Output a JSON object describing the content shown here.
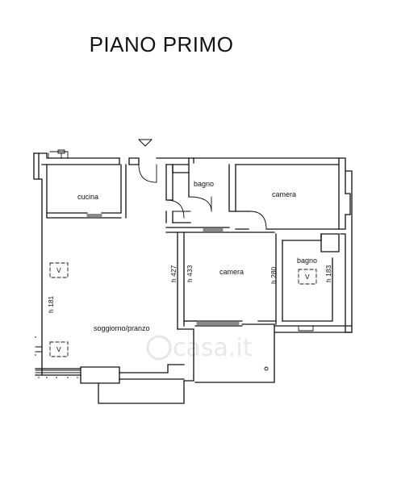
{
  "title": "PIANO PRIMO",
  "rooms": {
    "cucina": "cucina",
    "bagno_top": "bagno",
    "camera_top": "camera",
    "camera_mid": "camera",
    "bagno_right": "bagno",
    "soggiorno": "soggiorno/pranzo"
  },
  "heights": {
    "h181": "h 181",
    "h427": "h 427",
    "h433": "h 433",
    "h280": "h 280",
    "h183": "h 183"
  },
  "markers": {
    "vent": "V"
  },
  "watermark": "casa.it"
}
